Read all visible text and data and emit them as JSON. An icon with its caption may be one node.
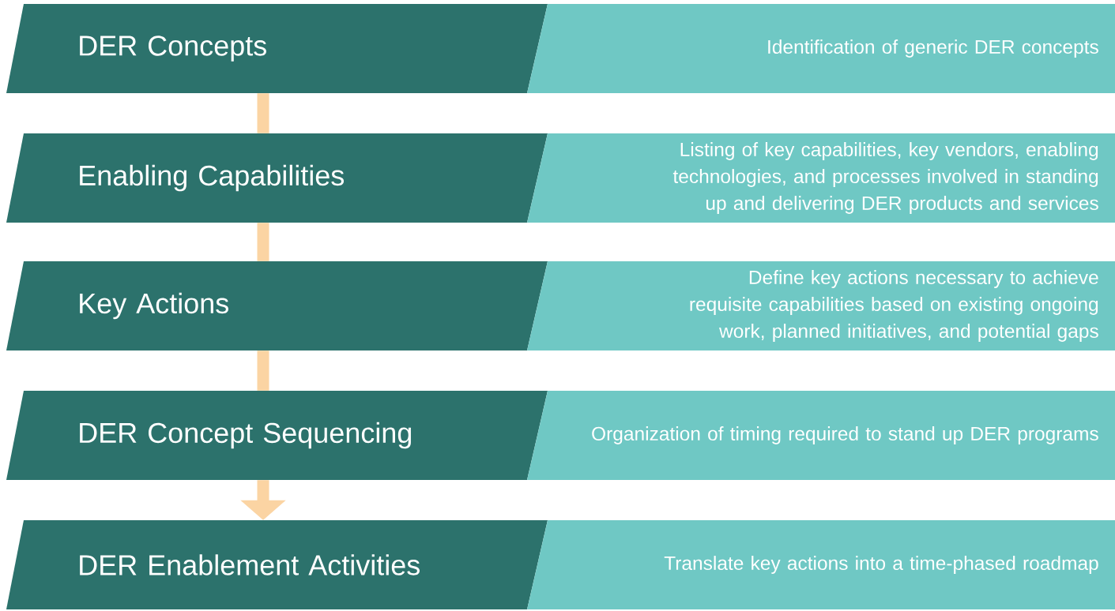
{
  "diagram": {
    "nodes": [
      {
        "text": [
          "DER Concepts"
        ]
      },
      {
        "text": [
          "Identification of generic DER concepts"
        ]
      },
      {
        "text": [
          "Enabling Capabilities"
        ]
      },
      {
        "text": [
          "Listing of key capabilities, key vendors, enabling technologies, and processes involved in standing up and delivering DER products and services"
        ]
      },
      {
        "text": [
          "Key Actions"
        ]
      },
      {
        "text": [
          "Define key actions necessary to achieve requisite capabilities based on existing ongoing work, planned initiatives, and potential gaps"
        ]
      },
      {
        "text": [
          "DER Concept Sequencing"
        ]
      },
      {
        "text": [
          "Organization of timing required to stand up DER programs"
        ]
      },
      {
        "text": [
          "DER Enablement Activities"
        ]
      },
      {
        "text": [
          "Translate key actions into a time-phased roadmap"
        ]
      }
    ],
    "edges": [
      {
        "from": 0,
        "to": 2,
        "arrow": "none"
      },
      {
        "from": 2,
        "to": 4,
        "arrow": "none"
      },
      {
        "from": 4,
        "to": 6,
        "arrow": "none"
      },
      {
        "from": 6,
        "to": 8,
        "arrow": "to"
      }
    ]
  }
}
